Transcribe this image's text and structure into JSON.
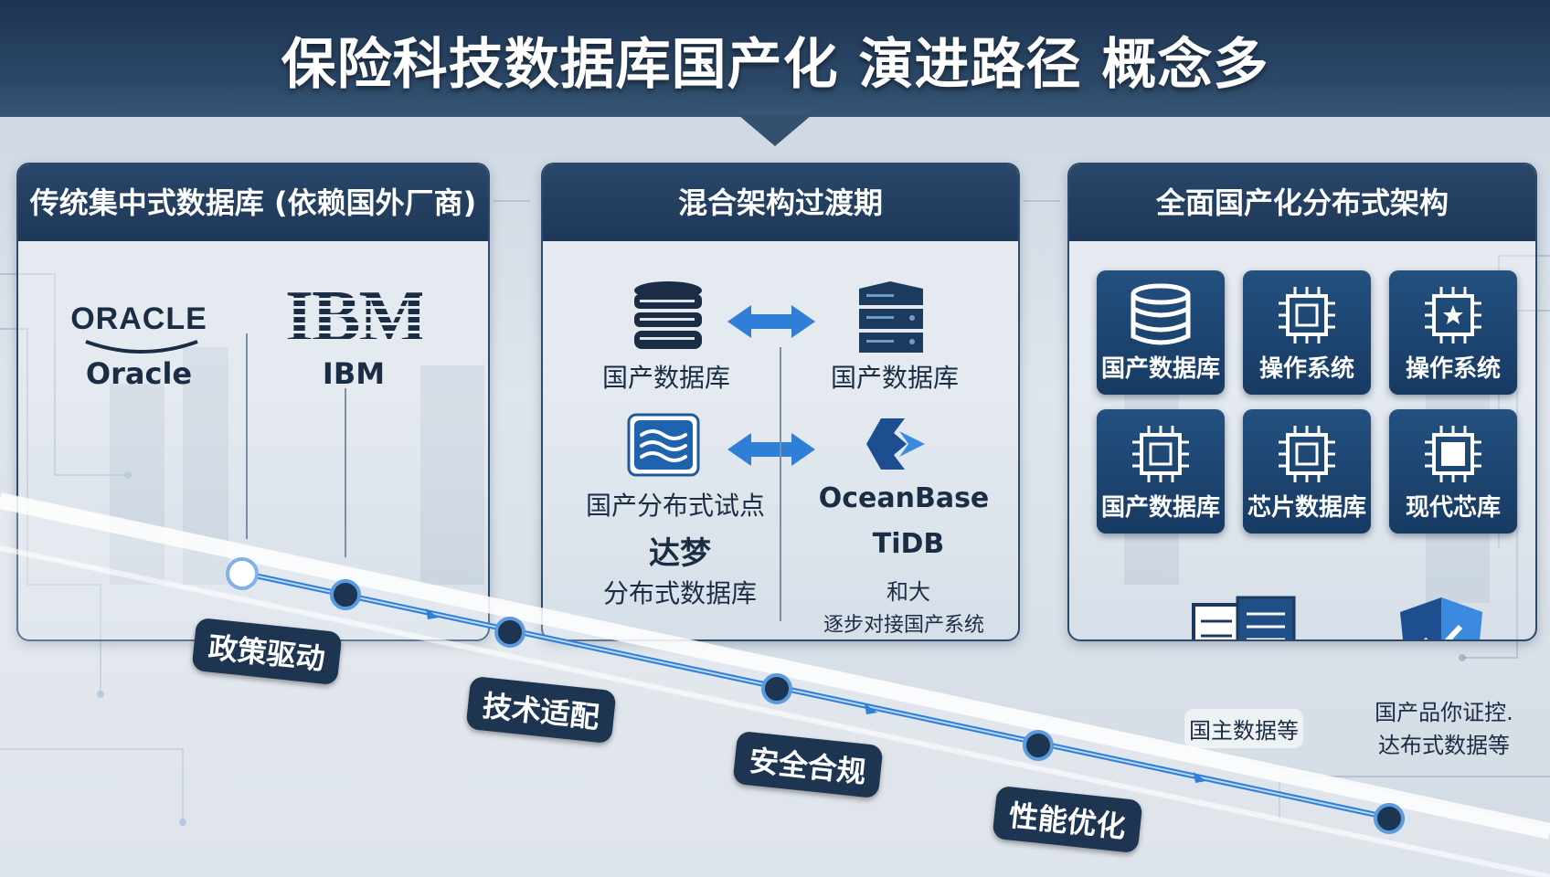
{
  "title": "保险科技数据库国产化 演进路径 概念多",
  "panels": {
    "legacy": {
      "heading": "传统集中式数据库 (依赖国外厂商)",
      "oracle_logo": "ORACLE",
      "oracle_label": "Oracle",
      "ibm_logo": "IBM",
      "ibm_label": "IBM"
    },
    "hybrid": {
      "heading": "混合架构过渡期",
      "left_db_label": "国产数据库",
      "right_db_label": "国产数据库",
      "pilot_label": "国产分布式试点",
      "oceanbase_label": "OceanBase",
      "dameng_title": "达梦",
      "dameng_sub": "分布式数据库",
      "tidb_label": "TiDB",
      "extra_label": "和大",
      "extra_sub": "逐步对接国产系统"
    },
    "full": {
      "heading": "全面国产化分布式架构",
      "tiles": [
        "国产数据库",
        "操作系统",
        "操作系统",
        "国产数据库",
        "芯片数据库",
        "现代芯库"
      ],
      "bottom_left_label": "国主数据等",
      "bottom_right_line1": "国产品你证控.",
      "bottom_right_line2": "达布式数据等"
    }
  },
  "stages": [
    "政策驱动",
    "技术适配",
    "安全合规",
    "性能优化"
  ],
  "colors": {
    "navy": "#1e3552",
    "accent_blue": "#2f7fd6",
    "tile_blue": "#1c4470"
  }
}
